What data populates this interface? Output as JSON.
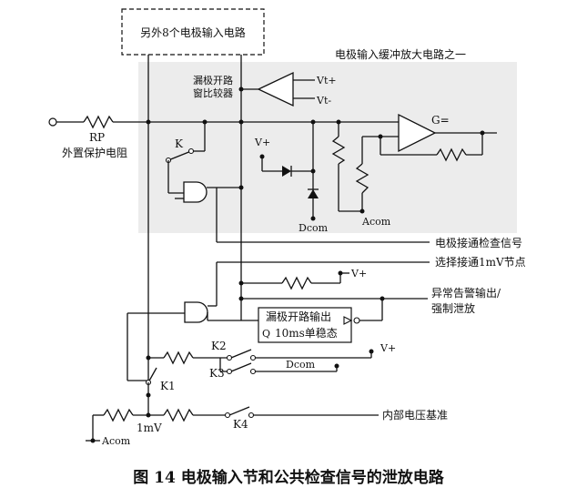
{
  "labels": {
    "other_8": "另外8个电极输入电路",
    "buffer_title": "电极输入缓冲放大电路之一",
    "od_comp_line1": "漏极开路",
    "od_comp_line2": "窗比较器",
    "vt_plus": "Vt+",
    "vt_minus": "Vt-",
    "rp": "RP",
    "rp_desc": "外置保护电阻",
    "k": "K",
    "v_plus_1": "V+",
    "g_eq": "G=",
    "dcom_1": "Dcom",
    "acom_1": "Acom",
    "check_signal": "电极接通检查信号",
    "select_1mv": "选择接通1mV节点",
    "v_plus_2": "V+",
    "alarm_line1": "异常告警输出/",
    "alarm_line2": "强制泄放",
    "oneshot_line1": "漏极开路输出",
    "oneshot_q": "Q",
    "oneshot_line2": "10ms单稳态",
    "k2": "K2",
    "k3": "K3",
    "v_plus_3": "V+",
    "dcom_2": "Dcom",
    "k1": "K1",
    "one_mv": "1mV",
    "k4": "K4",
    "internal_ref": "内部电压基准",
    "acom_2": "Acom"
  },
  "caption": "图 14 电极输入节和公共检查信号的泄放电路"
}
